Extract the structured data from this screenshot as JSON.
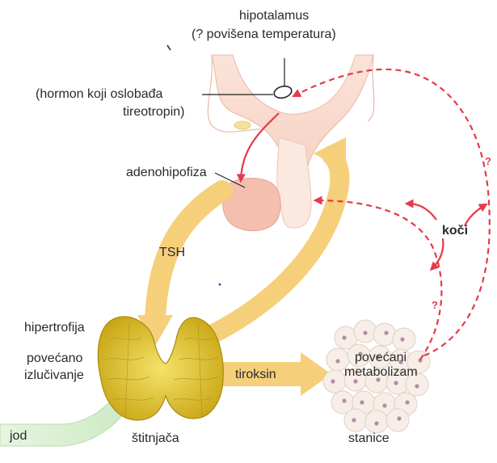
{
  "labels": {
    "hypothalamus_title": "hipotalamus",
    "hypothalamus_sub": "(? povišena temperatura)",
    "hormone_line1": "(hormon koji oslobađa",
    "hormone_line2": "tireotropin)",
    "adenohypophysis": "adenohipofiza",
    "tsh": "TSH",
    "hypertrophy": "hipertrofija",
    "increased_line1": "povećano",
    "increased_line2": "izlučivanje",
    "thyroxine": "tiroksin",
    "metabolism_line1": "povećani",
    "metabolism_line2": "metabolizam",
    "inhibits": "koči",
    "iodine": "jod",
    "thyroid": "štitnjača",
    "cells": "stanice",
    "question_mark": "?"
  },
  "colors": {
    "feedback": "#e53a4b",
    "pathway": "#f6cf7a",
    "thyroid": "#e3c020",
    "iodine": "#d6efcf",
    "gland": "#f6c6b8"
  }
}
